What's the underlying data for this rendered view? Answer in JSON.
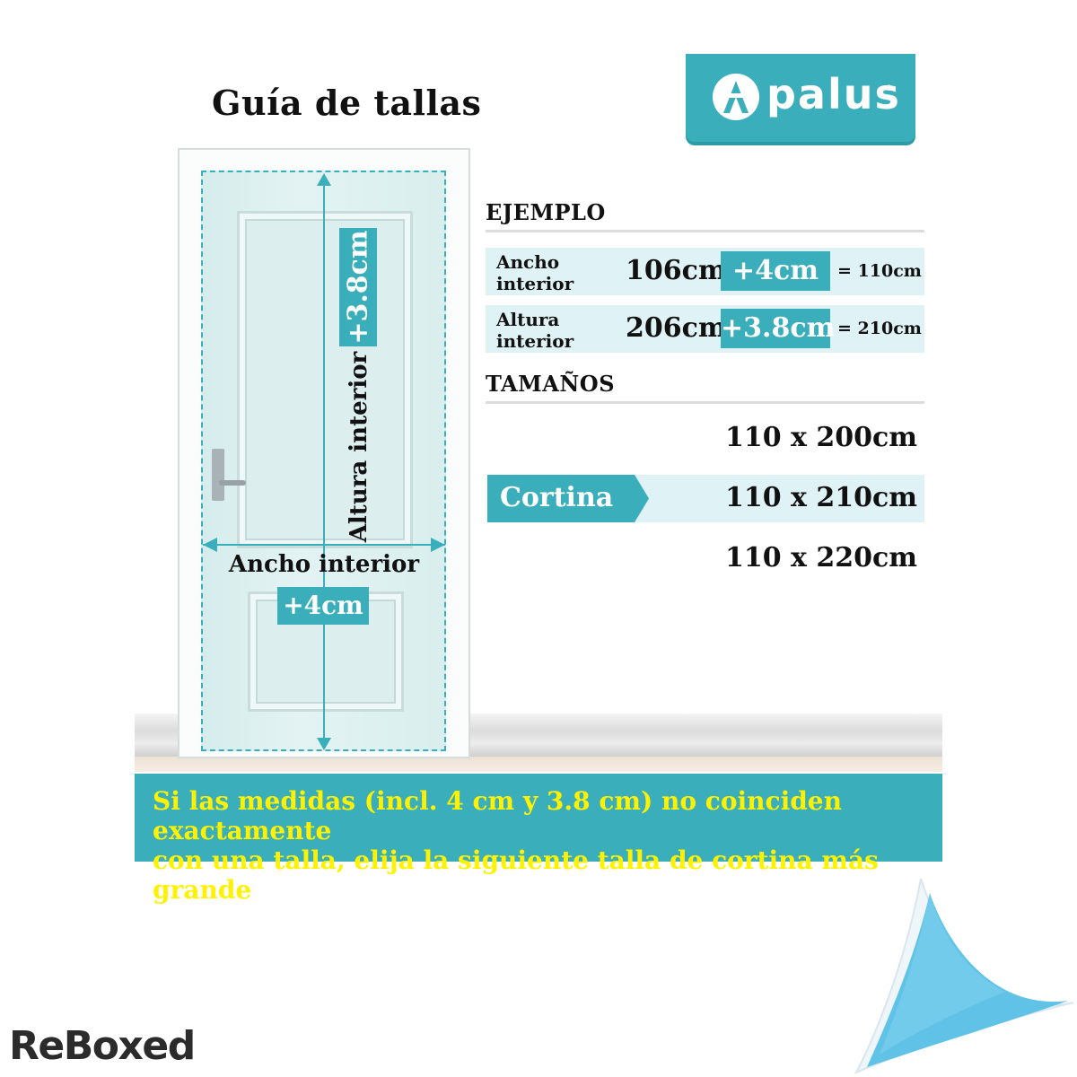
{
  "title": "Guía de tallas",
  "brand": {
    "name": "palus",
    "registered": "®",
    "color": "#3aaeba"
  },
  "diagram": {
    "height_label": "Altura interior",
    "height_add": "+3.8cm",
    "width_label": "Ancho interior",
    "width_add": "+4cm"
  },
  "example": {
    "heading": "EJEMPLO",
    "rows": [
      {
        "label_line1": "Ancho",
        "label_line2": "interior",
        "base": "106cm",
        "add": "+4cm",
        "result": "= 110cm"
      },
      {
        "label_line1": "Altura",
        "label_line2": "interior",
        "base": "206cm",
        "add": "+3.8cm",
        "result": "= 210cm"
      }
    ]
  },
  "sizes": {
    "heading": "TAMAÑOS",
    "product": "Cortina",
    "items": [
      "110 x 200cm",
      "110 x 210cm",
      "110 x 220cm"
    ]
  },
  "notice": {
    "line1": "Si las medidas (incl. 4 cm y 3.8 cm) no coinciden exactamente",
    "line2": "con una talla, elija la siguiente talla de cortina más grande",
    "text_color": "#fff200"
  },
  "watermark": "ReBoxed"
}
